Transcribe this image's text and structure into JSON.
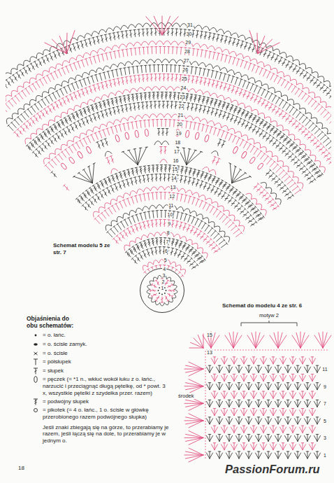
{
  "diagram": {
    "labels": [
      "Schemat modelu 5 ze str. 7",
      "1",
      "2",
      "3",
      "4",
      "5",
      "6",
      "7",
      "8",
      "9",
      "10",
      "11",
      "12",
      "13",
      "14",
      "15",
      "16",
      "17",
      "18",
      "19",
      "20",
      "21",
      "22",
      "23",
      "24",
      "25",
      "26",
      "27",
      "28",
      "29",
      "30",
      "31",
      "Objaśnienia do obu schematów:",
      "Jeśli znaki zbiegają się na górze, to przerabiamy je razem, jeśli łączą się na dole, to przerabiamy je w jednym o.",
      "Schemat do modelu 4 ze str. 6",
      "motyw 2",
      "15",
      "13",
      "11",
      "9",
      "7",
      "5",
      "3",
      "1",
      "środek",
      "18",
      "PassionForum.ru"
    ],
    "legend": [
      {
        "text": "= o. łańc."
      },
      {
        "text": "= o. ścisłe zamyk."
      },
      {
        "text": "= o. ścisłe"
      },
      {
        "text": "= półsłupek"
      },
      {
        "text": "= słupek"
      },
      {
        "text": "= pęczek (= *1 n., wkłuć wokół łuku z o. łańc., narzucić i przeciągnąć długą pętelkę, od * powt. 3 x, wszystkie pętelki z szydełka przer. razem)"
      },
      {
        "text": "= podwójny słupek"
      },
      {
        "text": "= pikotek (= 4 o. łańc., 1 o. ścisłe w główkę przerobionego razem podwójnego słupka)"
      }
    ]
  }
}
